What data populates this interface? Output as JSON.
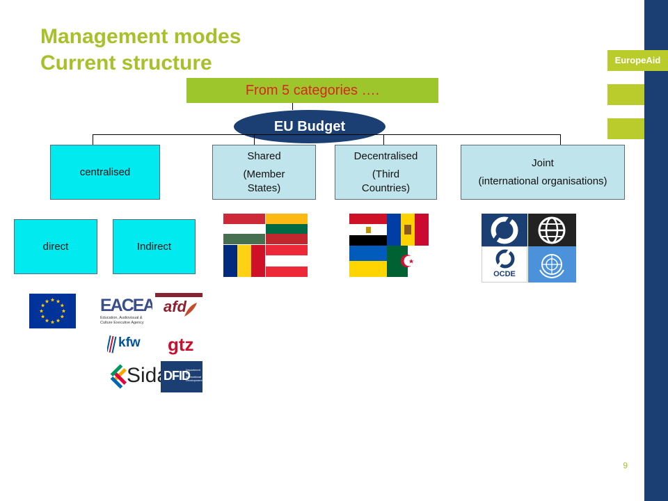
{
  "slide": {
    "title_line1": "Management modes",
    "title_line2": "Current structure",
    "banner": "From 5 categories ….",
    "root": "EU Budget",
    "brand": "EuropeAid",
    "page_number": "9"
  },
  "categories": {
    "centralised": "centralised",
    "shared_l1": "Shared",
    "shared_l2": "(Member",
    "shared_l3": "States)",
    "decentralised_l1": "Decentralised",
    "decentralised_l2": "(Third",
    "decentralised_l3": "Countries)",
    "joint_l1": "Joint",
    "joint_l2": "(international organisations)"
  },
  "sub_categories": {
    "direct": "direct",
    "indirect": "Indirect"
  },
  "logos": {
    "eacea": "EACEA",
    "eacea_caption": "Education, Audiovisual & Culture Executive Agency",
    "afd": "afd",
    "kfw": "kfw",
    "gtz": "gtz",
    "sida": "Sida",
    "dfid": "DFID",
    "dfid_caption": "Department for International Development",
    "ocde": "OCDE"
  },
  "colors": {
    "navy": "#1b3f73",
    "lime": "#b9cc2c",
    "title_green": "#a8c02a",
    "banner_green": "#9dc62d",
    "banner_text": "#d6271e",
    "cyan_box": "#00eaf0",
    "pale_box": "#bfe4ec"
  }
}
